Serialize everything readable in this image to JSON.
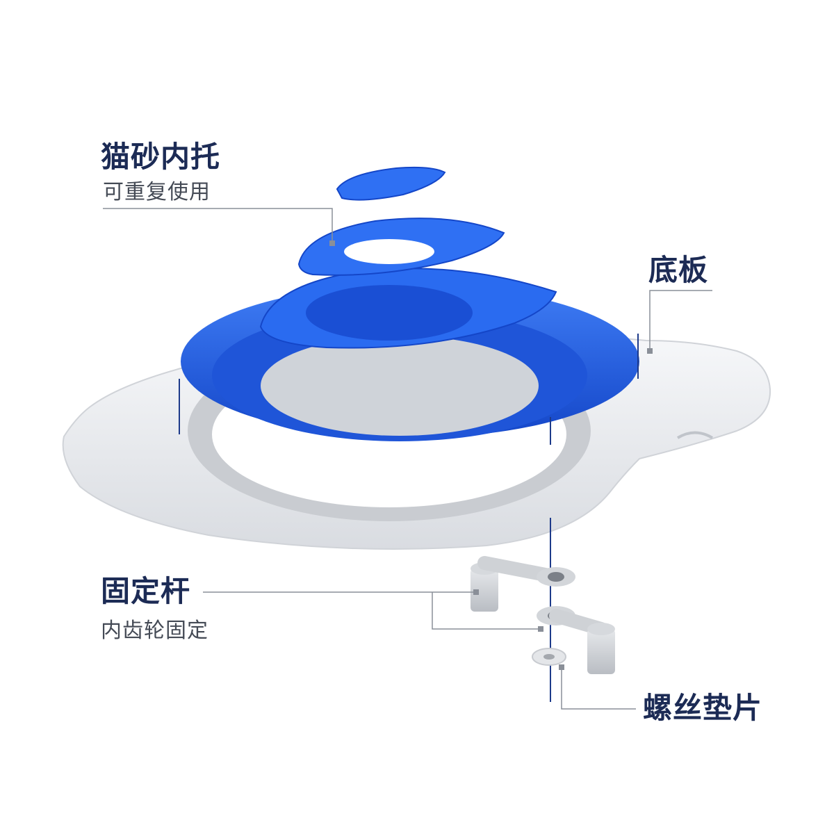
{
  "callouts": {
    "liner": {
      "title": "猫砂内托",
      "subtitle": "可重复使用"
    },
    "base": {
      "title": "底板"
    },
    "rod": {
      "title": "固定杆",
      "subtitle": "内齿轮固定"
    },
    "washer": {
      "title": "螺丝垫片"
    }
  },
  "colors": {
    "accent_blue": "#1f5ee0",
    "label_navy": "#1c2b55",
    "base_white": "#eef0f3",
    "leader_gray": "#8a8f98",
    "axis_blue": "#1d3a8a"
  }
}
